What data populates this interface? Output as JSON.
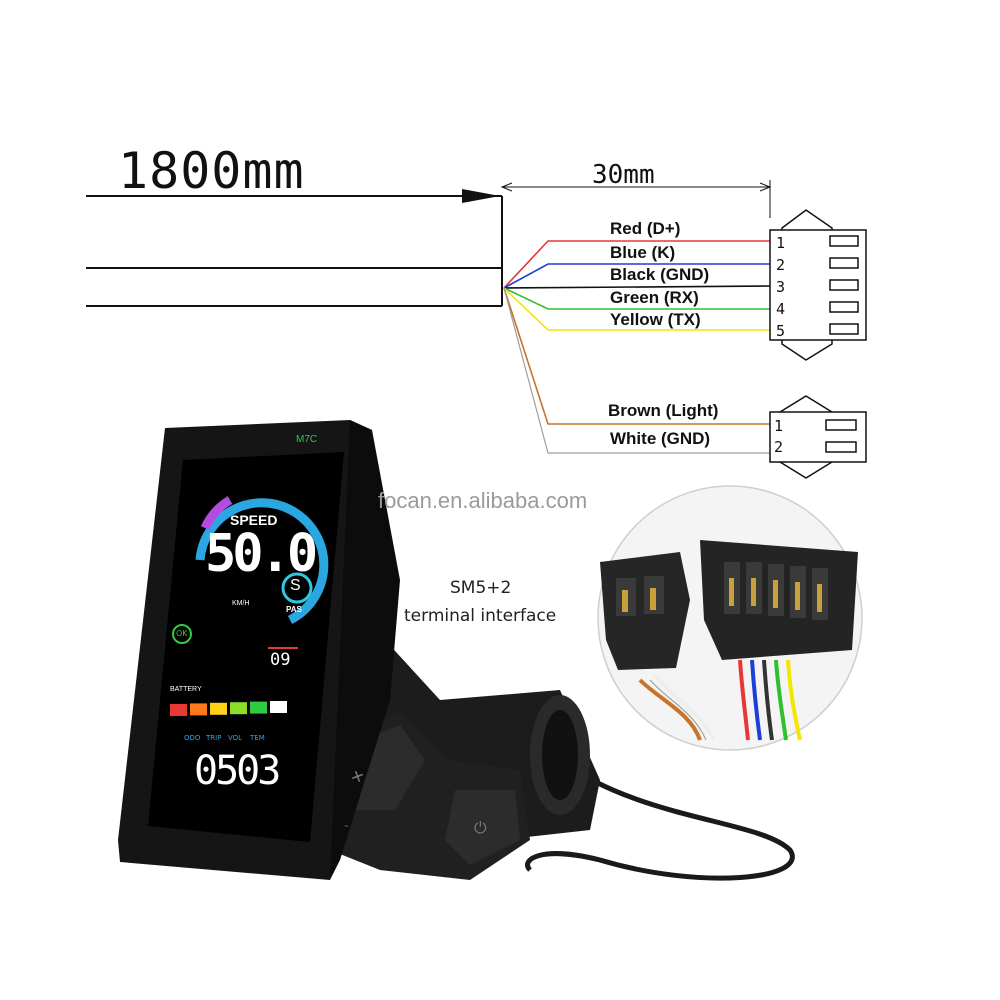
{
  "cable": {
    "length_label": "1800mm",
    "lead_length_label": "30mm"
  },
  "connector_5pin": {
    "wires": [
      {
        "label": "Red (D+)",
        "color": "#e53935",
        "pin": "1"
      },
      {
        "label": "Blue (K)",
        "color": "#1e3fd6",
        "pin": "2"
      },
      {
        "label": "Black (GND)",
        "color": "#111111",
        "pin": "3"
      },
      {
        "label": "Green (RX)",
        "color": "#2ec02e",
        "pin": "4"
      },
      {
        "label": "Yellow (TX)",
        "color": "#f3e600",
        "pin": "5"
      }
    ]
  },
  "connector_2pin": {
    "wires": [
      {
        "label": "Brown (Light)",
        "color": "#c8742a",
        "pin": "1"
      },
      {
        "label": "White (GND)",
        "color": "#bbbbbb",
        "pin": "2"
      }
    ]
  },
  "watermark": "focan.en.alibaba.com",
  "terminal": {
    "line1": "SM5+2",
    "line2": "terminal interface"
  },
  "display": {
    "brand": "M7C",
    "speed_label": "SPEED",
    "speed_value": "50.0",
    "speed_unit": "KM/H",
    "mode_badge": "S",
    "pas_label": "PAS",
    "ok_badge": "OK",
    "assist_value": "09",
    "battery_label": "BATTERY",
    "battery_colors": [
      "#e53935",
      "#ff7a1a",
      "#ffd21a",
      "#8fdc2a",
      "#2ecc40",
      "#ffffff"
    ],
    "trip_labels": [
      "ODO",
      "TRIP",
      "VOL",
      "TEM"
    ],
    "odometer_value": "0503",
    "arc_colors": {
      "main": "#2aa7e0",
      "accent": "#b44be0",
      "mode": "#2ec8e0",
      "ok": "#2ecc40"
    }
  },
  "remote": {
    "plus_symbol": "+",
    "minus_symbol": "-"
  }
}
